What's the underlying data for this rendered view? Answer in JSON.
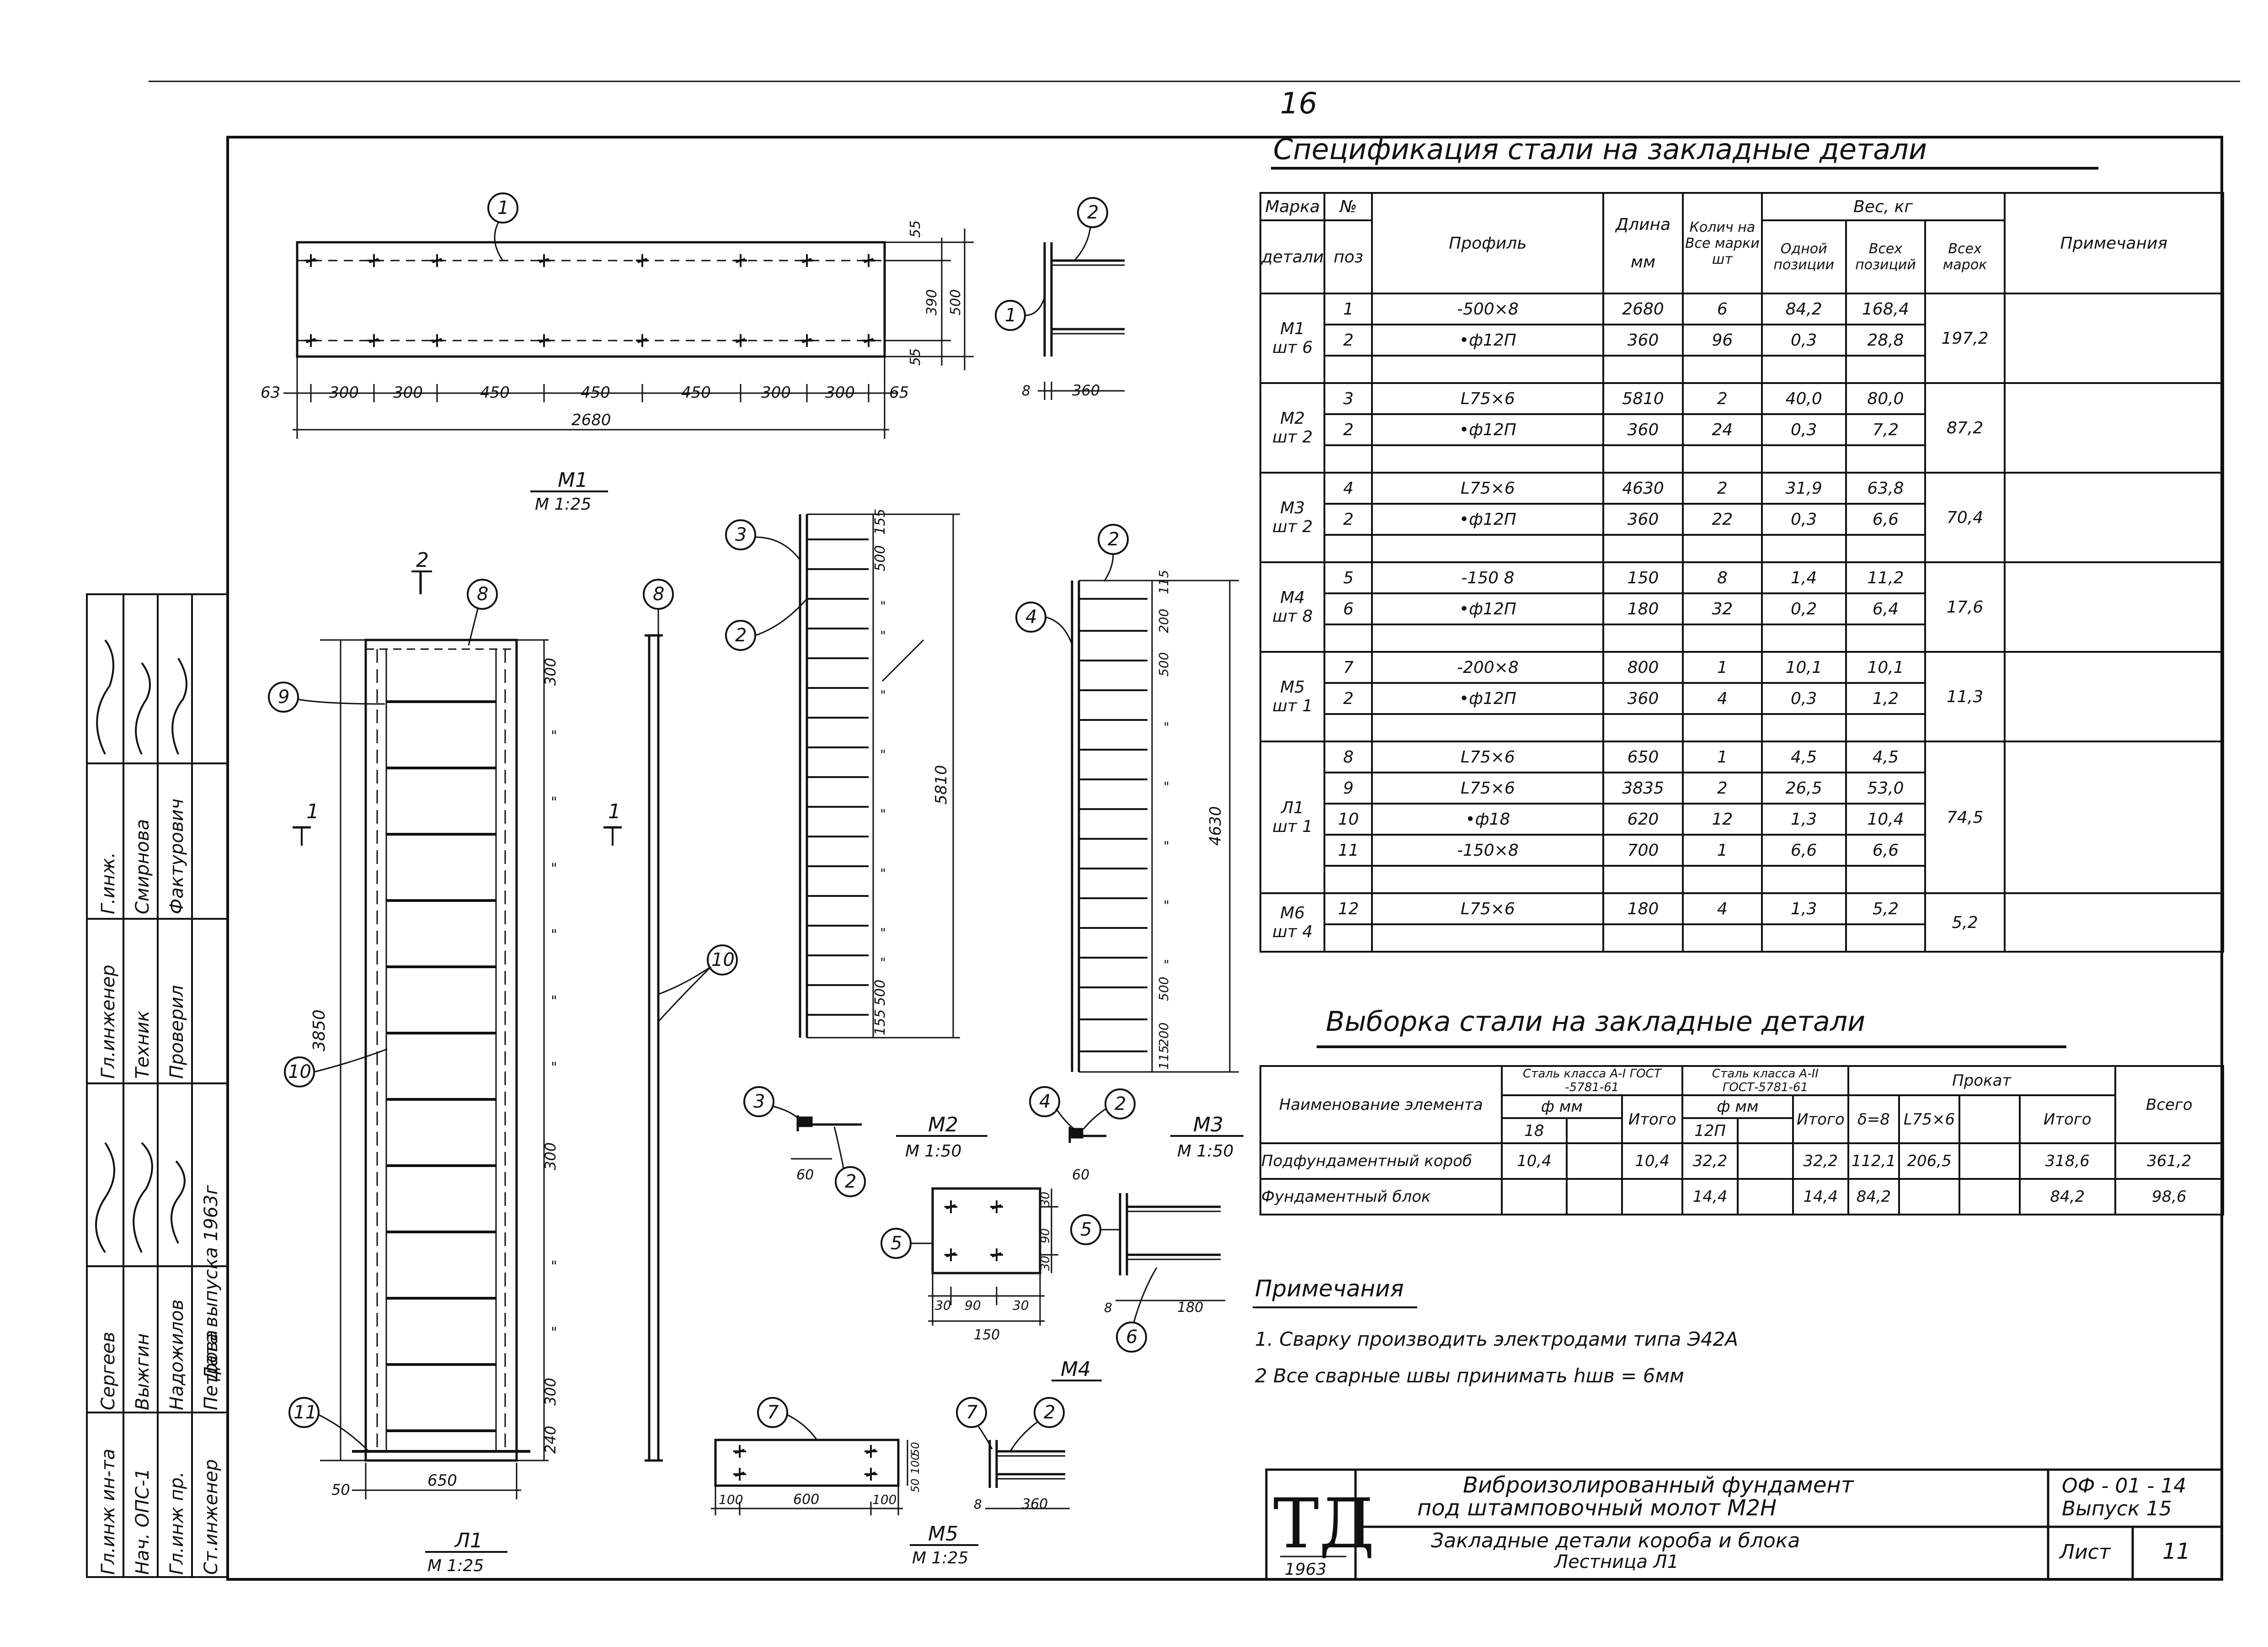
{
  "page_number": "16",
  "spec": {
    "title": "Спецификация   стали   на   закладные   детали",
    "headers": {
      "marka": "Марка",
      "detali": "детали",
      "no": "№",
      "poz": "поз",
      "profile": "Профиль",
      "length": "Длина",
      "length_unit": "мм",
      "qty": "Колич на Все марки шт",
      "weight": "Вес, кг",
      "one": "Одной позиции",
      "all_pos": "Всех позиций",
      "all_marks": "Всех марок",
      "notes": "Примечания"
    },
    "groups": [
      {
        "mark": "М1",
        "count": "шт 6",
        "total": "197,2",
        "rows": [
          {
            "pos": "1",
            "profile": "-500×8",
            "len": "2680",
            "qty": "6",
            "one": "84,2",
            "all": "168,4"
          },
          {
            "pos": "2",
            "profile": "•ф12П",
            "len": "360",
            "qty": "96",
            "one": "0,3",
            "all": "28,8"
          }
        ]
      },
      {
        "mark": "М2",
        "count": "шт 2",
        "total": "87,2",
        "rows": [
          {
            "pos": "3",
            "profile": "L75×6",
            "len": "5810",
            "qty": "2",
            "one": "40,0",
            "all": "80,0"
          },
          {
            "pos": "2",
            "profile": "•ф12П",
            "len": "360",
            "qty": "24",
            "one": "0,3",
            "all": "7,2"
          }
        ]
      },
      {
        "mark": "М3",
        "count": "шт 2",
        "total": "70,4",
        "rows": [
          {
            "pos": "4",
            "profile": "L75×6",
            "len": "4630",
            "qty": "2",
            "one": "31,9",
            "all": "63,8"
          },
          {
            "pos": "2",
            "profile": "•ф12П",
            "len": "360",
            "qty": "22",
            "one": "0,3",
            "all": "6,6"
          }
        ]
      },
      {
        "mark": "М4",
        "count": "шт 8",
        "total": "17,6",
        "rows": [
          {
            "pos": "5",
            "profile": "-150 8",
            "len": "150",
            "qty": "8",
            "one": "1,4",
            "all": "11,2"
          },
          {
            "pos": "6",
            "profile": "•ф12П",
            "len": "180",
            "qty": "32",
            "one": "0,2",
            "all": "6,4"
          }
        ]
      },
      {
        "mark": "М5",
        "count": "шт 1",
        "total": "11,3",
        "rows": [
          {
            "pos": "7",
            "profile": "-200×8",
            "len": "800",
            "qty": "1",
            "one": "10,1",
            "all": "10,1"
          },
          {
            "pos": "2",
            "profile": "•ф12П",
            "len": "360",
            "qty": "4",
            "one": "0,3",
            "all": "1,2"
          }
        ]
      },
      {
        "mark": "Л1",
        "count": "шт 1",
        "total": "74,5",
        "rows": [
          {
            "pos": "8",
            "profile": "L75×6",
            "len": "650",
            "qty": "1",
            "one": "4,5",
            "all": "4,5"
          },
          {
            "pos": "9",
            "profile": "L75×6",
            "len": "3835",
            "qty": "2",
            "one": "26,5",
            "all": "53,0"
          },
          {
            "pos": "10",
            "profile": "•ф18",
            "len": "620",
            "qty": "12",
            "one": "1,3",
            "all": "10,4"
          },
          {
            "pos": "11",
            "profile": "-150×8",
            "len": "700",
            "qty": "1",
            "one": "6,6",
            "all": "6,6"
          }
        ]
      },
      {
        "mark": "М6",
        "count": "шт 4",
        "total": "5,2",
        "rows": [
          {
            "pos": "12",
            "profile": "L75×6",
            "len": "180",
            "qty": "4",
            "one": "1,3",
            "all": "5,2"
          }
        ]
      }
    ]
  },
  "selection": {
    "title": "Выборка   стали   на   закладные   детали",
    "h_name": "Наименование элемента",
    "h_steel1": "Сталь класса А-I ГОСТ -5781-61",
    "h_steel2": "Сталь класса А-II ГОСТ-5781-61",
    "h_prokat": "Прокат",
    "h_phi_mm": "ф мм",
    "h_itogo": "Итого",
    "h_d18": "18",
    "h_d12p": "12П",
    "h_delta8": "δ=8",
    "h_l75": "L75×6",
    "h_vsego": "Всего",
    "rows": [
      {
        "name": "Подфундаментный короб",
        "a18": "10,4",
        "itogo1": "10,4",
        "b12": "32,2",
        "itogo2": "32,2",
        "d8": "112,1",
        "l75": "206,5",
        "itogo3": "318,6",
        "total": "361,2"
      },
      {
        "name": "Фундаментный блок",
        "a18": "",
        "itogo1": "",
        "b12": "14,4",
        "itogo2": "14,4",
        "d8": "84,2",
        "l75": "",
        "itogo3": "84,2",
        "total": "98,6"
      }
    ]
  },
  "notes": {
    "title": "Примечания",
    "items": [
      "1. Сварку производить электродами типа Э42А",
      "2  Все сварные швы принимать  hшв = 6мм"
    ]
  },
  "title_block": {
    "logo": "ТД",
    "year": "1963",
    "title_line1": "Виброизолированный  фундамент",
    "title_line2": "под  штамповочный  молот  М2Н",
    "subtitle_line1": "Закладные  детали  короба  и  блока",
    "subtitle_line2": "Лестница  Л1",
    "code": "ОФ - 01 - 14",
    "issue": "Выпуск 15",
    "sheet_label": "Лист",
    "sheet_no": "11"
  },
  "stamp": {
    "roles": [
      "Гл.инж ин-та",
      "Нач. ОПС-1",
      "Гл.инж пр.",
      "Ст.инженер"
    ],
    "names": [
      "Сергеев",
      "Выжгин",
      "Надожилов",
      "Петрова"
    ],
    "roles2": [
      "Гл.инженер",
      "Техник",
      "Проверил"
    ],
    "names2": [
      "Смирнова",
      "Фактурович"
    ],
    "col_header": "Г.инж.",
    "date": "Дата выпуска 1963г"
  },
  "drawings": {
    "m1_title": "М1",
    "m1_scale": "М 1:25",
    "m1_dims": [
      "63",
      "300",
      "300",
      "450",
      "450",
      "450",
      "300",
      "300",
      "65"
    ],
    "m1_total": "2680",
    "m1_vert": [
      "55",
      "390",
      "55",
      "500"
    ],
    "side_dim": "360",
    "side_dim_left": "8",
    "m2_title": "М2",
    "m2_scale": "М 1:50",
    "m3_title": "М3",
    "m3_scale": "М 1:50",
    "m4_title": "М4",
    "m5_title": "М5",
    "m5_scale": "М 1:25",
    "l1_title": "Л1",
    "l1_scale": "М 1:25",
    "m2_len": "5810",
    "m3_len": "4630",
    "l1_len": "3850",
    "l1_width": "650",
    "l1_left": "50",
    "m2_top": [
      "155",
      "500"
    ],
    "m2_bottom": [
      "500",
      "155"
    ],
    "m3_top": [
      "115",
      "200",
      "500"
    ],
    "m3_bottom": [
      "500",
      "200",
      "115"
    ],
    "l1_top": "300",
    "l1_bottom": [
      "300",
      "300",
      "240"
    ],
    "m4_dims": [
      "30",
      "90",
      "30"
    ],
    "m4_total": "150",
    "m4_vert": [
      "30",
      "90",
      "30"
    ],
    "m4_side": "180",
    "m4_side_left": "8",
    "m5_dims": [
      "100",
      "600",
      "100"
    ],
    "m5_vert": [
      "50",
      "100",
      "50"
    ],
    "m5_side": "360",
    "m5_side_left": "8",
    "small_dim": "60",
    "ditto": "\""
  }
}
